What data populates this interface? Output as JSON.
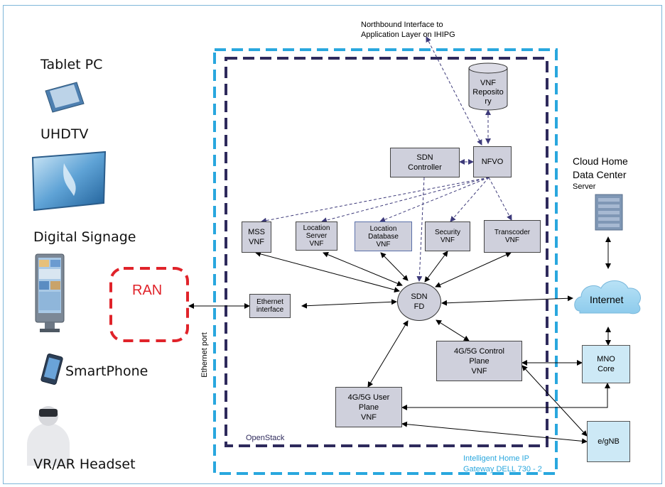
{
  "devices": {
    "tablet": "Tablet PC",
    "uhdtv": "UHDTV",
    "signage": "Digital Signage",
    "smartphone": "SmartPhone",
    "headset": "VR/AR Headset"
  },
  "ran": "RAN",
  "ethernet_port": "Ethernet port",
  "northbound": "Northbound Interface to\nApplication Layer on IHIPG",
  "repository": "VNF\nReposito\nry",
  "nodes": {
    "sdn_controller": "SDN\nController",
    "nfvo": "NFVO",
    "mss": "MSS\nVNF",
    "location_server": "Location\nServer\nVNF",
    "location_db": "Location\nDatabase\nVNF",
    "security": "Security\nVNF",
    "transcoder": "Transcoder\nVNF",
    "ethernet_interface": "Ethernet\ninterface",
    "sdn_fd": "SDN\nFD",
    "control_plane": "4G/5G Control\nPlane\nVNF",
    "user_plane": "4G/5G User\nPlane\nVNF"
  },
  "cloud": {
    "title": "Cloud Home\nData Center",
    "server": "Server",
    "internet": "Internet"
  },
  "mno_core": "MNO\nCore",
  "egnb": "e/gNB",
  "openstack": "OpenStack",
  "gateway": "Intelligent Home IP\nGateway DELL 730 - 2",
  "colors": {
    "outer_dash": "#29a7de",
    "inner_dash": "#2e2a5c",
    "ran_dash": "#e0232a",
    "vnf_fill": "#cfd0dc",
    "blue_fill": "#cde9f6",
    "link": "#3d3a7a"
  }
}
